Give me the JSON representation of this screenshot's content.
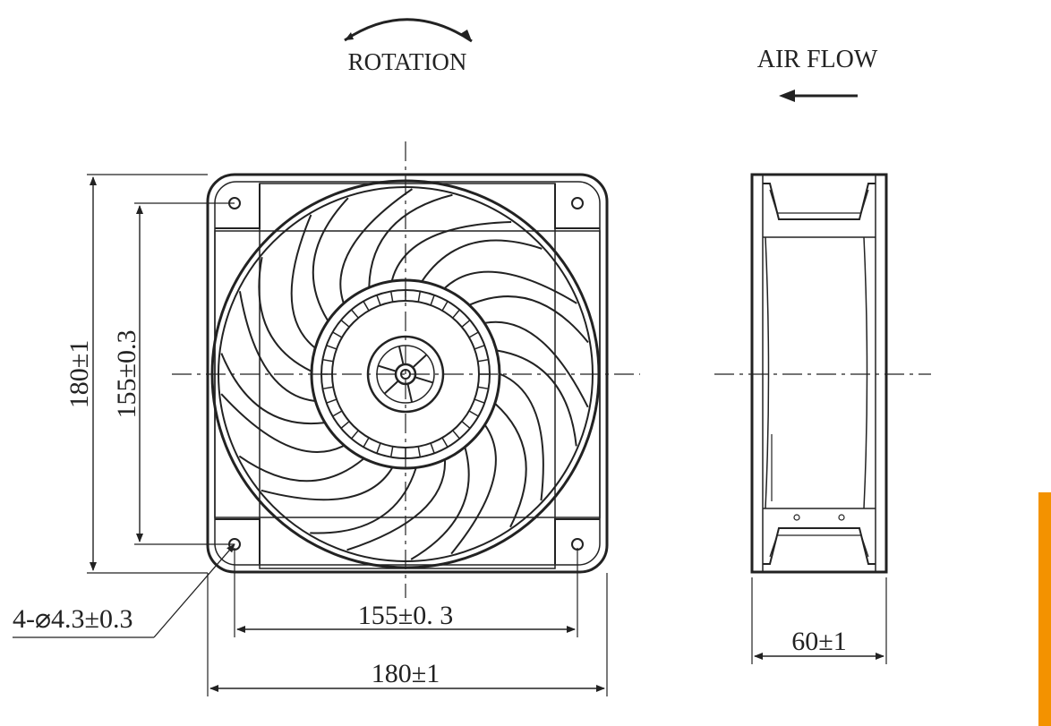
{
  "labels": {
    "rotation": "ROTATION",
    "air_flow": "AIR FLOW"
  },
  "dimensions": {
    "height_outer": "180±1",
    "height_holes": "155±0.3",
    "width_holes": "155±0. 3",
    "width_outer": "180±1",
    "depth": "60±1",
    "hole_callout": "4-⌀4.3±0.3"
  },
  "colors": {
    "line": "#222222",
    "accent": "#f39200"
  },
  "icons": {
    "rotation": "rotation-arc-arrow-icon",
    "air_flow": "left-arrow-icon"
  }
}
